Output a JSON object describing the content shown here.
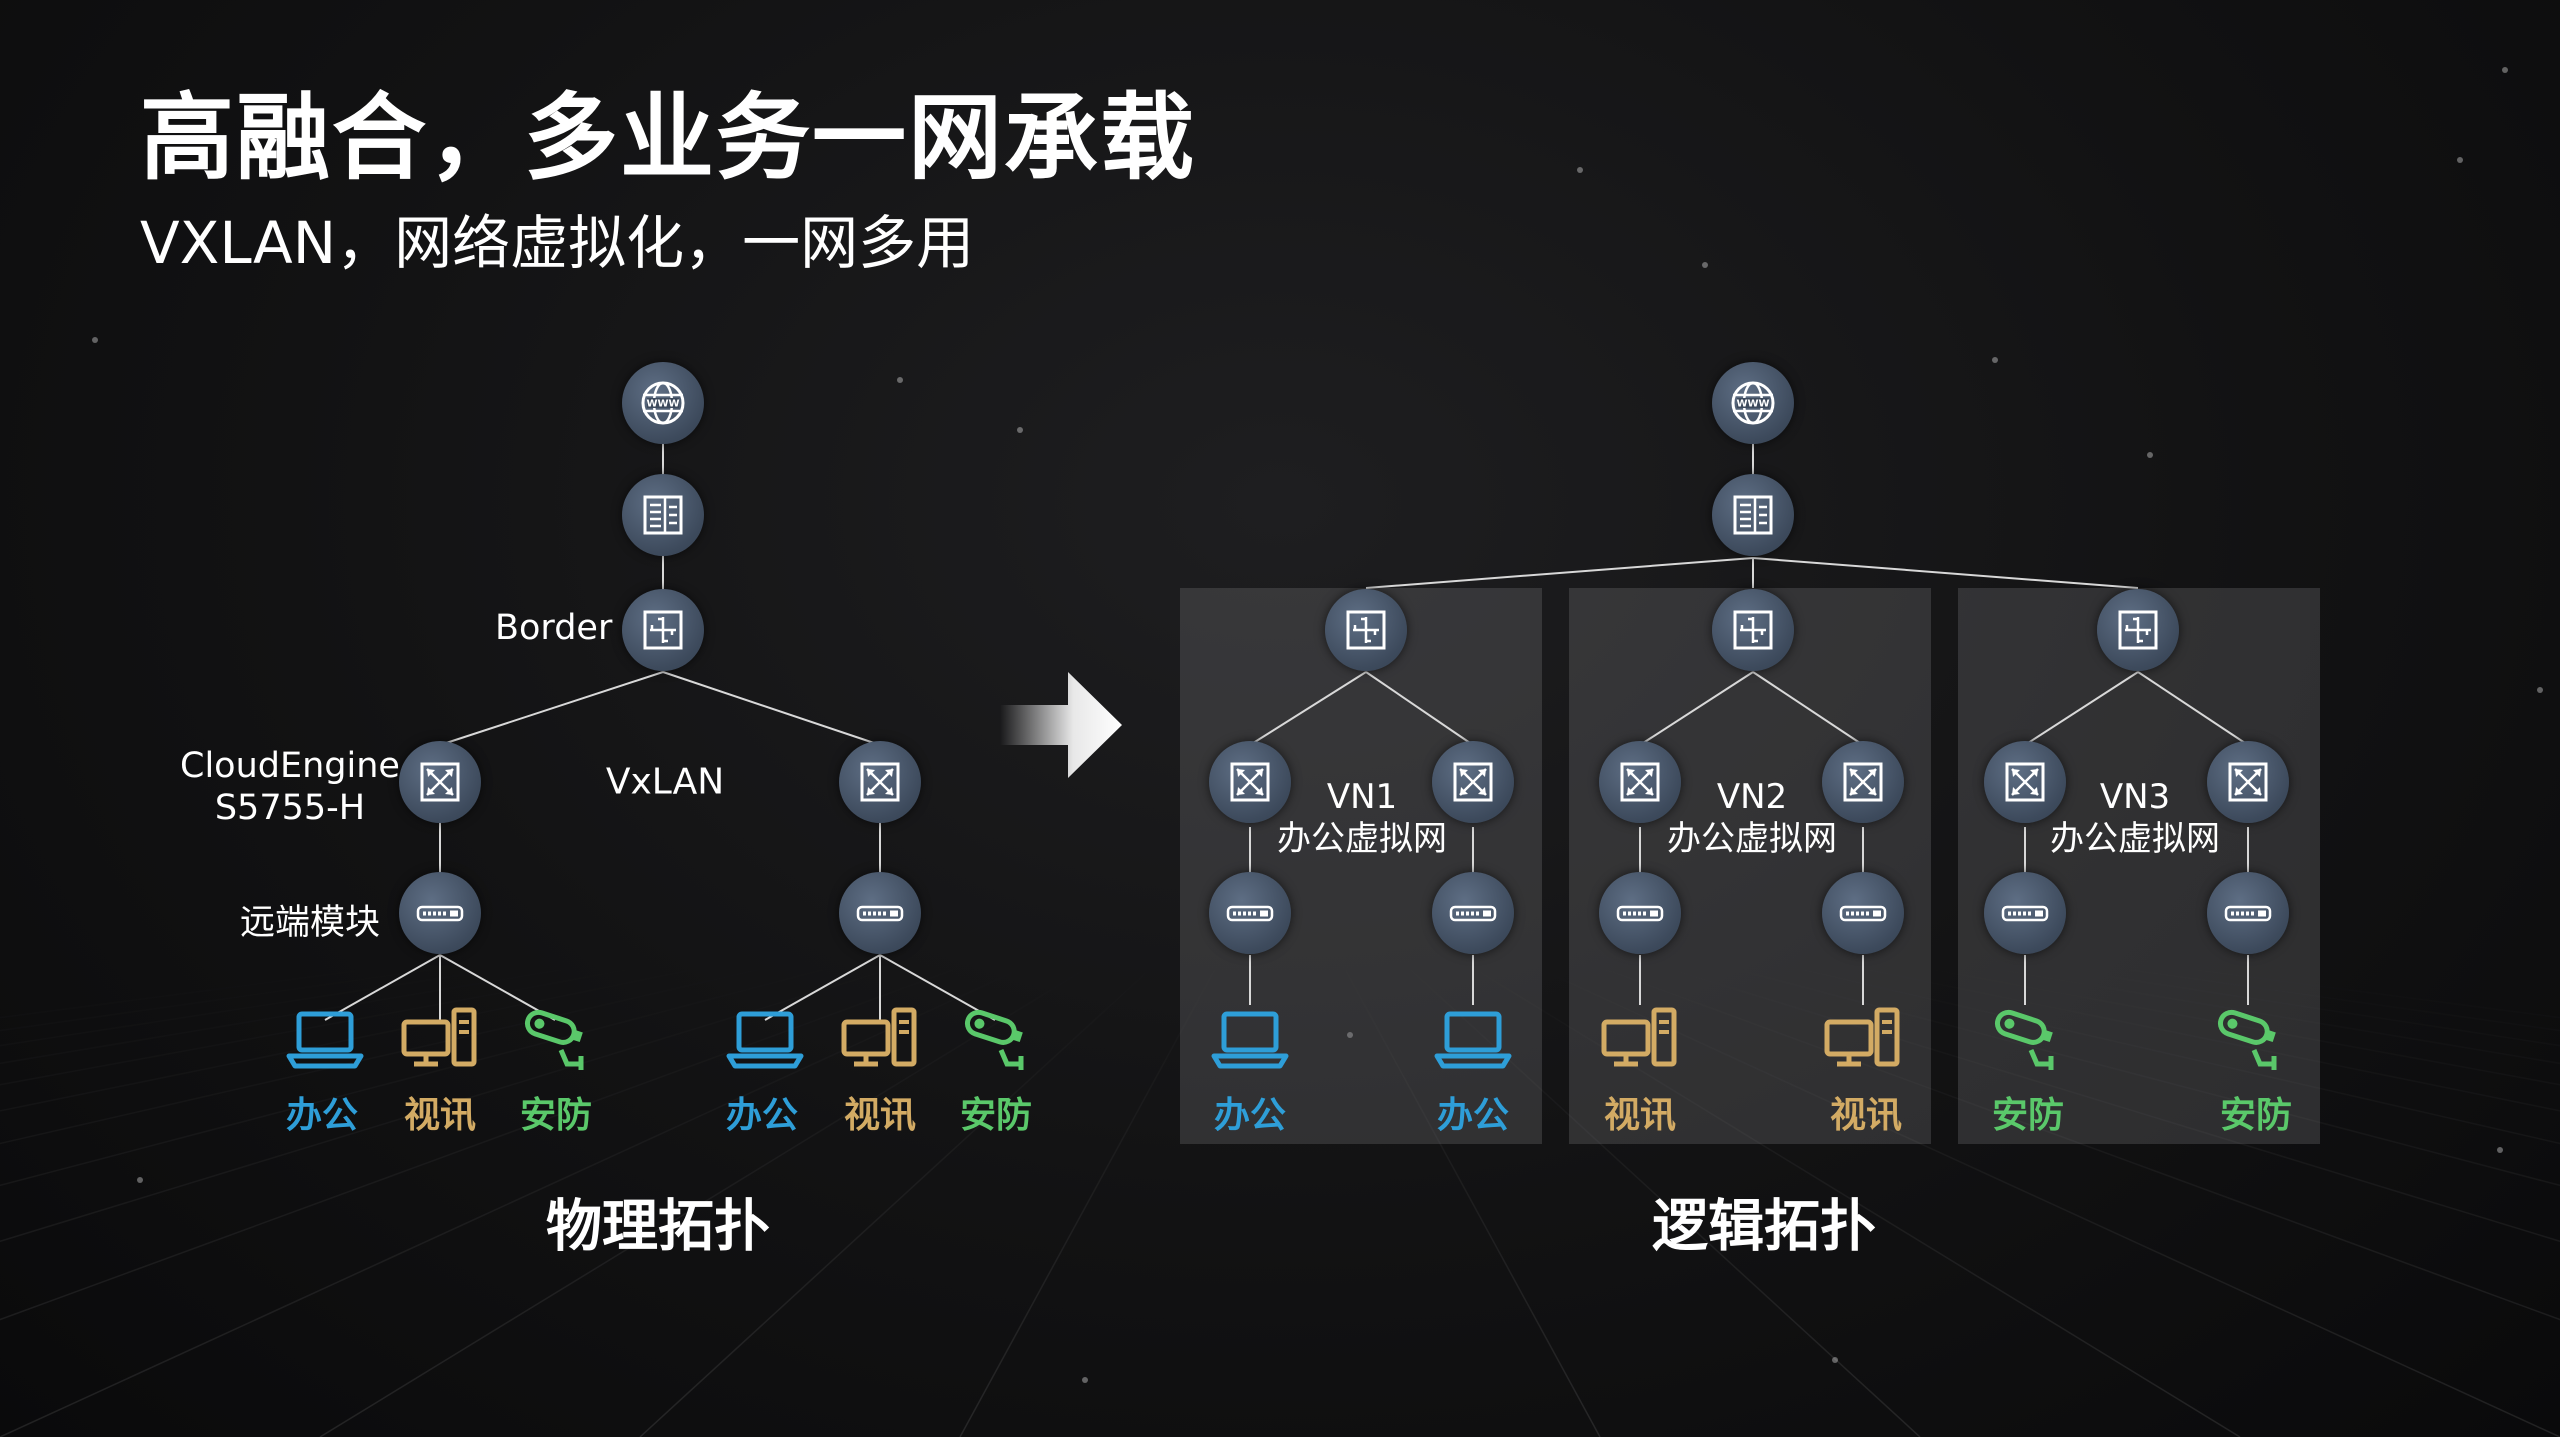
{
  "title": "高融合，多业务一网承载",
  "subtitle": "VXLAN，网络虚拟化，一网多用",
  "physical": {
    "label_border": "Border",
    "label_ce_line1": "CloudEngine",
    "label_ce_line2": "S5755-H",
    "label_vxlan": "VxLAN",
    "label_remote": "远端模块",
    "cat_office": "办公",
    "cat_video": "视讯",
    "cat_security": "安防",
    "section": "物理拓扑"
  },
  "logical": {
    "vn1_name": "VN1",
    "vn1_desc": "办公虚拟网",
    "vn2_name": "VN2",
    "vn2_desc": "办公虚拟网",
    "vn3_name": "VN3",
    "vn3_desc": "办公虚拟网",
    "cat_office": "办公",
    "cat_video": "视讯",
    "cat_security": "安防",
    "section": "逻辑拓扑"
  },
  "icons": {
    "globe": "www-globe-icon",
    "firewall": "firewall-icon",
    "router": "router-icon",
    "switch": "switch-icon",
    "remote_module": "remote-module-icon",
    "laptop": "laptop-icon",
    "video_terminal": "video-terminal-icon",
    "camera": "security-camera-icon",
    "arrow": "arrow-right-icon"
  },
  "colors": {
    "office": "#2e9ed8",
    "video": "#d3ab64",
    "security": "#5ac86a",
    "node": "#3d4a5c",
    "panel": "#4a4a4e"
  }
}
